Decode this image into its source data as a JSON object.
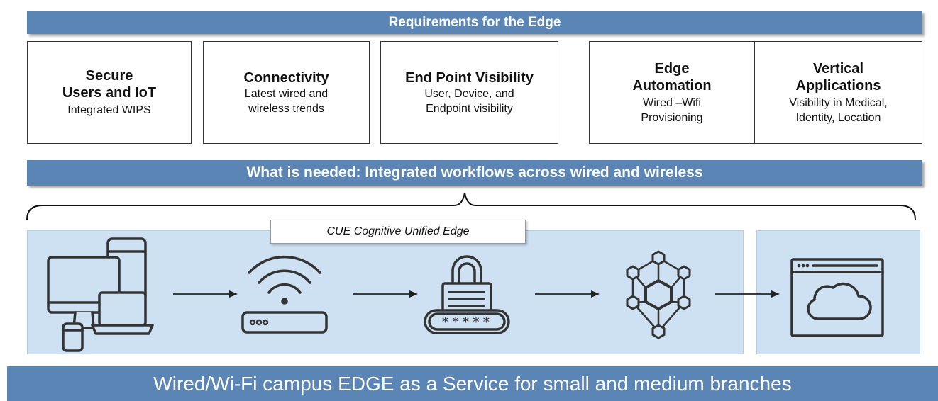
{
  "header": {
    "title": "Requirements for the Edge"
  },
  "requirements": [
    {
      "title_lines": [
        "Secure",
        "Users and IoT"
      ],
      "desc_lines": [
        "Integrated WIPS"
      ]
    },
    {
      "title_lines": [
        "Connectivity"
      ],
      "desc_lines": [
        "Latest wired and",
        "wireless trends"
      ]
    },
    {
      "title_lines": [
        "End Point Visibility"
      ],
      "desc_lines": [
        "User, Device, and",
        "Endpoint visibility"
      ]
    },
    {
      "title_lines": [
        "Edge",
        "Automation"
      ],
      "desc_lines": [
        "Wired –Wifi",
        "Provisioning"
      ]
    },
    {
      "title_lines": [
        "Vertical",
        "Applications"
      ],
      "desc_lines": [
        "Visibility in Medical,",
        "Identity, Location"
      ]
    }
  ],
  "needed_banner": "What is needed: Integrated workflows across wired and wireless",
  "cue_label": "CUE Cognitive Unified  Edge",
  "flow": {
    "icons": [
      "devices-icon",
      "wifi-router-icon",
      "password-lock-icon",
      "network-hexagon-icon",
      "cloud-browser-icon"
    ],
    "password_mask": "*****"
  },
  "footer": "Wired/Wi-Fi campus EDGE  as a Service for small and medium branches",
  "colors": {
    "banner": "#5b85b5",
    "panel": "#cde1f3",
    "stroke": "#333333"
  }
}
